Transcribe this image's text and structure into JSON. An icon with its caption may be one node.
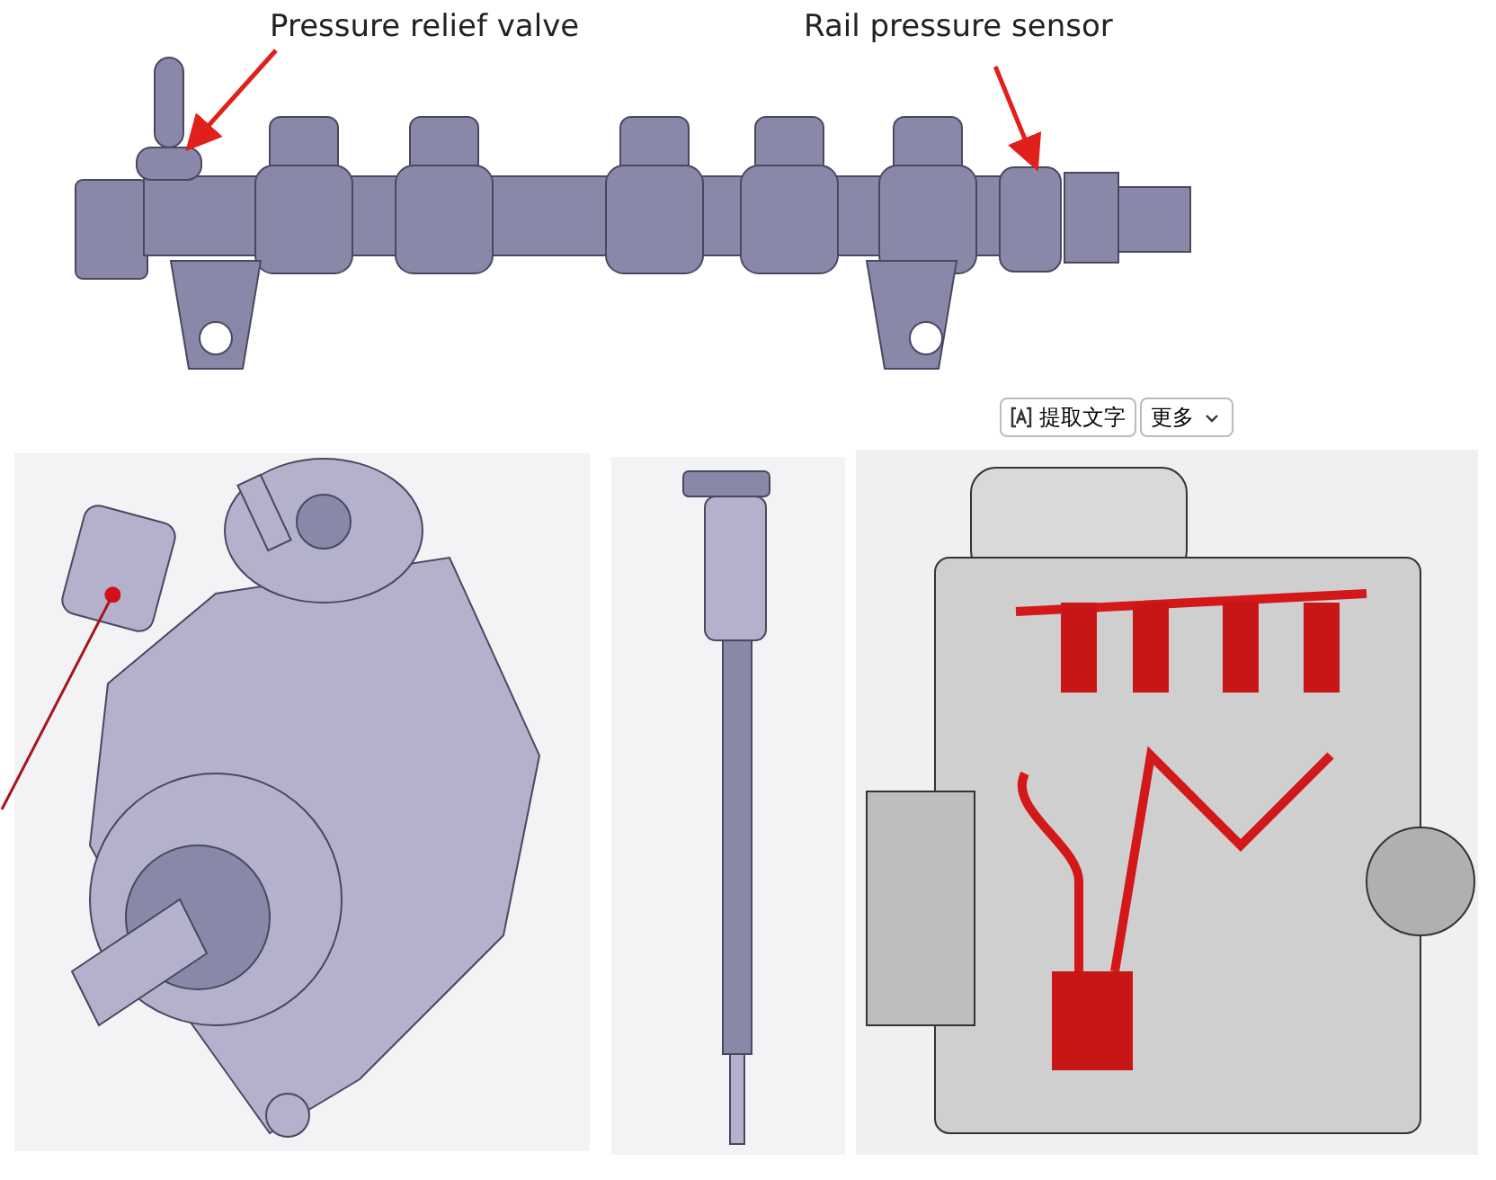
{
  "diagram": {
    "nodes": [
      {
        "text": [
          "Pressure relief valve"
        ]
      },
      {
        "text": [],
        "shape": "cylinder"
      },
      {
        "text": [
          "Rail pressure sensor"
        ]
      },
      {
        "text": [],
        "shape": "cylinder"
      },
      {
        "text": [],
        "shape": "cylinder"
      }
    ],
    "edges": [
      {
        "from": 0,
        "to": 1,
        "arrow": "to"
      },
      {
        "from": 2,
        "to": 3,
        "arrow": "to"
      },
      {
        "from": null,
        "to": 4,
        "arrow": "other"
      }
    ],
    "labels": [
      "提取文字",
      "更多"
    ]
  }
}
